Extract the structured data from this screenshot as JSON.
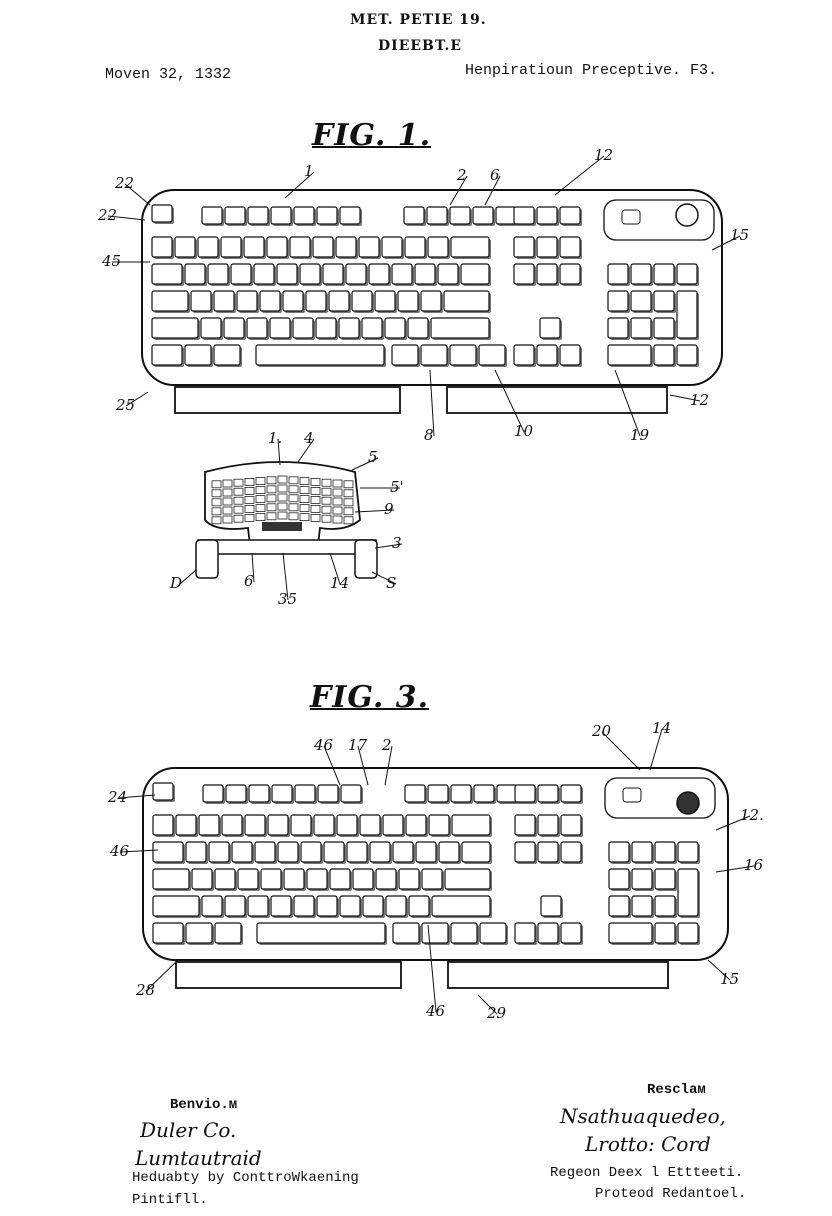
{
  "header": {
    "line1": "MET. PETIE 19.",
    "line2": "DIEEBT.E",
    "date": "Moven 32, 1332",
    "right": "Henpiratioun Preceptive. F3."
  },
  "figures": {
    "fig1": {
      "title": "FIG. 1.",
      "labels": [
        "22",
        "22",
        "1",
        "2",
        "6",
        "12",
        "15",
        "45",
        "25",
        "8",
        "10",
        "19",
        "12"
      ]
    },
    "fig2": {
      "labels": [
        "1.",
        "4",
        "5",
        "5'",
        "9",
        "3",
        "D",
        "6",
        "35",
        "14",
        "S"
      ]
    },
    "fig3": {
      "title": "FIG. 3.",
      "labels": [
        "20",
        "14",
        "46",
        "17",
        "2",
        "24",
        "12.",
        "46",
        "16",
        "15",
        "28",
        "46",
        "29"
      ]
    }
  },
  "footer": {
    "left_heading": "Benvio.м",
    "left_sig1": "Duler Co.",
    "left_sig2": "Lumtautraid",
    "left_line1": "Heduabty by ConttroWkaening",
    "left_line2": "Pintifll.",
    "right_heading": "Resclaм",
    "right_sig1": "Nsathuaquedeo,",
    "right_sig2": "Lrotto: Cord",
    "right_line1": "Regeon Deex l Ettteeti.",
    "right_line2": "Proteod Redantoel."
  }
}
